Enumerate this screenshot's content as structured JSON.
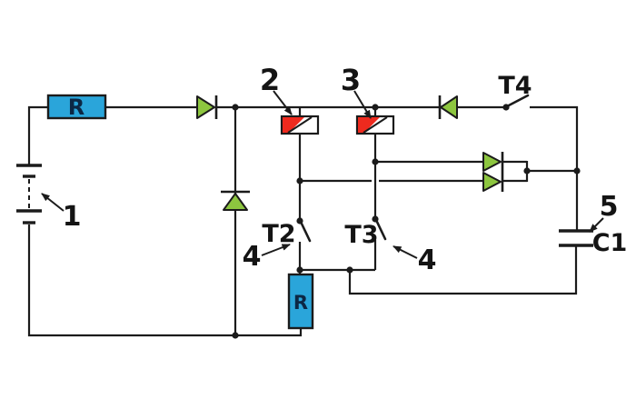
{
  "figure": {
    "type": "electronic-circuit-schematic"
  },
  "colors": {
    "wire": "#1b1b1b",
    "text": "#141414",
    "resistor_fill": "#2aa5da",
    "relay_fill": "#ee2a1e",
    "diode_fill": "#8dc63f",
    "resistor_letter": "#0c2744"
  },
  "labels": {
    "battery_callout": "1",
    "relay2_callout": "2",
    "relay3_callout": "3",
    "t2_callout": "4",
    "t3_callout": "4",
    "capacitor_callout": "5",
    "switch_t2": "T2",
    "switch_t3": "T3",
    "switch_t4": "T4",
    "capacitor": "C1",
    "resistor_horizontal": "R",
    "resistor_vertical": "R"
  }
}
